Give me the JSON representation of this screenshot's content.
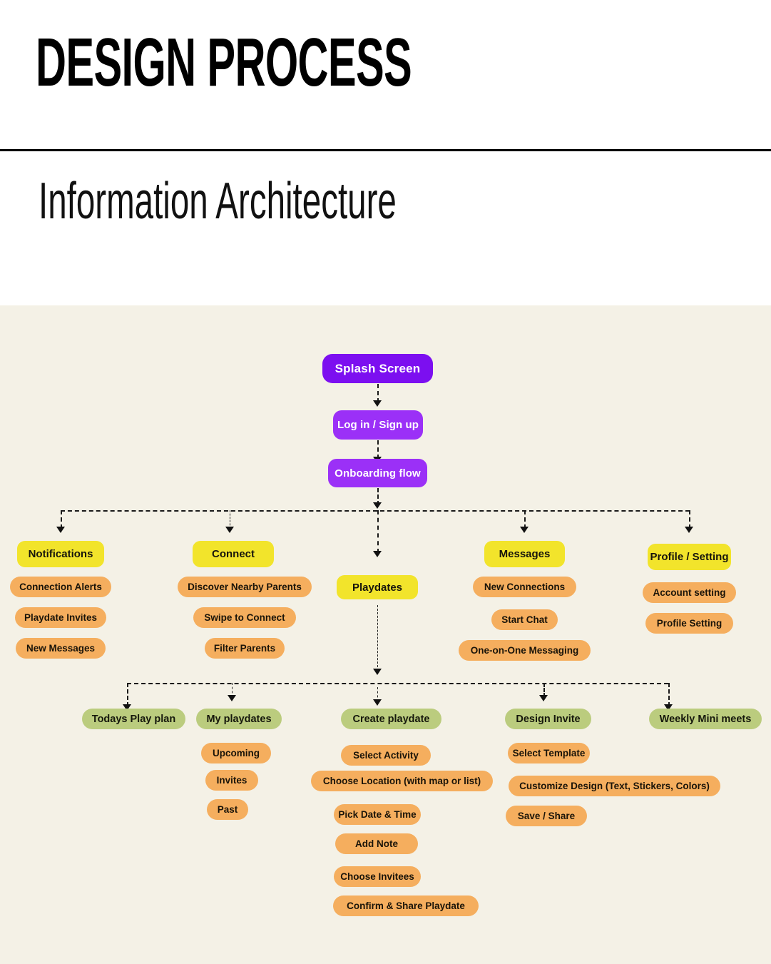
{
  "header": {
    "title": "DESIGN PROCESS",
    "section_title": "Information Architecture"
  },
  "colors": {
    "canvas_bg": "#F4F1E6",
    "root_purple": "#7C0FF0",
    "purple": "#9B30F7",
    "yellow": "#F2E42B",
    "green": "#BBCC7E",
    "orange": "#F5AE5E",
    "connector": "#1a1a1a"
  },
  "flow": {
    "root": {
      "label": "Splash Screen"
    },
    "step2": {
      "label": "Log in / Sign up"
    },
    "step3": {
      "label": "Onboarding flow"
    },
    "branches": [
      {
        "label": "Notifications",
        "children": [
          "Connection Alerts",
          "Playdate Invites",
          "New Messages"
        ]
      },
      {
        "label": "Connect",
        "children": [
          "Discover Nearby Parents",
          "Swipe to Connect",
          "Filter Parents"
        ]
      },
      {
        "label": "Playdates",
        "children": []
      },
      {
        "label": "Messages",
        "children": [
          "New Connections",
          "Start Chat",
          "One-on-One Messaging"
        ]
      },
      {
        "label": "Profile / Setting",
        "children": [
          "Account setting",
          "Profile Setting"
        ]
      }
    ],
    "playdate_branches": [
      {
        "label": "Todays Play plan",
        "children": []
      },
      {
        "label": "My playdates",
        "children": [
          "Upcoming",
          "Invites",
          "Past"
        ]
      },
      {
        "label": "Create  playdate",
        "children": [
          "Select Activity",
          "Choose Location (with map or list)",
          "Pick Date & Time",
          "Add Note",
          "Choose Invitees",
          "Confirm & Share Playdate"
        ]
      },
      {
        "label": "Design  Invite",
        "children": [
          "Select Template",
          "Customize Design (Text, Stickers, Colors)",
          "Save / Share"
        ]
      },
      {
        "label": "Weekly  Mini meets",
        "children": []
      }
    ]
  }
}
